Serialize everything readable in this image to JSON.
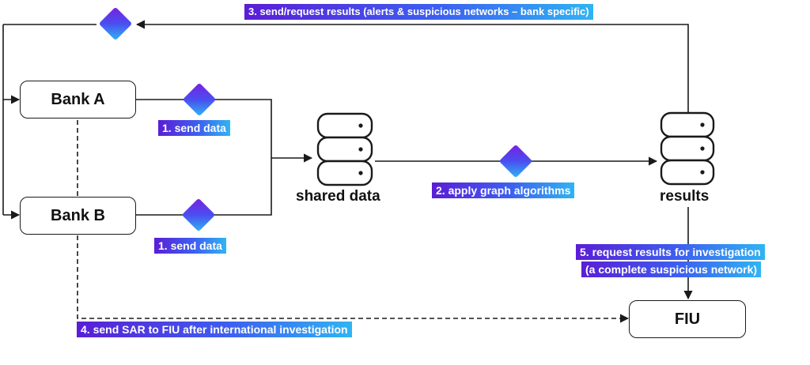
{
  "nodes": {
    "bank_a": "Bank A",
    "bank_b": "Bank B",
    "fiu": "FIU",
    "shared_data": "shared data",
    "results": "results"
  },
  "steps": {
    "step1_a": "1. send data",
    "step1_b": "1. send data",
    "step2": "2. apply graph algorithms",
    "step3": "3. send/request results (alerts & suspicious networks  – bank specific)",
    "step4": "4. send SAR to FIU after international investigation",
    "step5_line1": "5. request results for investigation",
    "step5_line2": "(a complete suspicious network)"
  },
  "colors": {
    "gradient": [
      "#5a1ed6",
      "#3d5ff0",
      "#30b4f2"
    ],
    "line": "#1a1a1a"
  }
}
